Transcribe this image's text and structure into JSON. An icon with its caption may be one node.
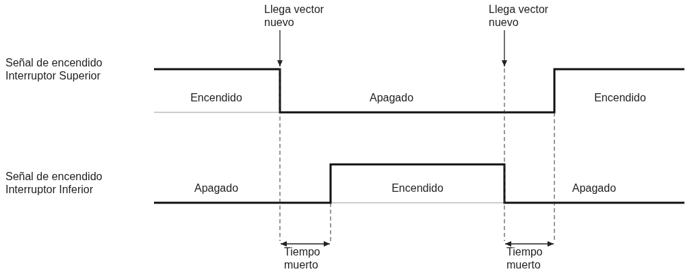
{
  "diagram": {
    "nodes": [
      {
        "text": [
          "Llega vector nuevo"
        ]
      },
      {
        "text": [
          "Llega vector nuevo"
        ]
      }
    ],
    "edges": [
      {
        "from": 0,
        "to": null,
        "arrow": "to"
      },
      {
        "from": 1,
        "to": null,
        "arrow": "to"
      }
    ],
    "labels": [
      "Señal de encendido Interruptor Superior",
      "Encendido",
      "Apagado",
      "Encendido",
      "Señal de encendido Interruptor Inferior",
      "Apagado",
      "Encendido",
      "Apagado",
      "Tiempo muerto",
      "Tiempo muerto"
    ]
  }
}
